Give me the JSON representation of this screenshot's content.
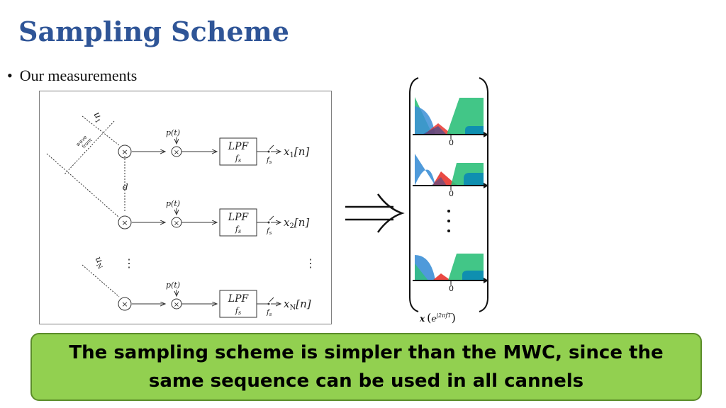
{
  "slide": {
    "title": "Sampling Scheme",
    "bullet": "Our measurements",
    "bullet_marker": "•",
    "callout": "The sampling scheme is simpler than the MWC, since the same sequence can be used in all cannels",
    "accent_color": "#2f5597",
    "callout_color": "#92d050"
  },
  "diagram": {
    "u1": "u",
    "u1_sub": "1",
    "uN": "u",
    "uN_sub": "N",
    "wave_front": [
      "wave",
      "front"
    ],
    "d": "d",
    "vdots": "⋮",
    "channels": [
      {
        "pt": "p(t)",
        "lpf": "LPF",
        "fs": "f",
        "fs_sub": "s",
        "sample_fs": "f",
        "sample_sub": "s",
        "out": "x",
        "out_sub": "1",
        "out_arg": "[n]"
      },
      {
        "pt": "p(t)",
        "lpf": "LPF",
        "fs": "f",
        "fs_sub": "s",
        "sample_fs": "f",
        "sample_sub": "s",
        "out": "x",
        "out_sub": "2",
        "out_arg": "[n]"
      },
      {
        "pt": "p(t)",
        "lpf": "LPF",
        "fs": "f",
        "fs_sub": "s",
        "sample_fs": "f",
        "sample_sub": "s",
        "out": "x",
        "out_sub": "N",
        "out_arg": "[n]"
      }
    ]
  },
  "spectra": {
    "zero_label": "0",
    "vector_label": "x",
    "vector_arg": "e",
    "vector_exp": "j2πfT",
    "colors": {
      "blue": "#3c8fd6",
      "green": "#2ec07a",
      "red": "#e8352f",
      "navy": "#1f4fa0",
      "teal": "#0f8fb0"
    }
  }
}
